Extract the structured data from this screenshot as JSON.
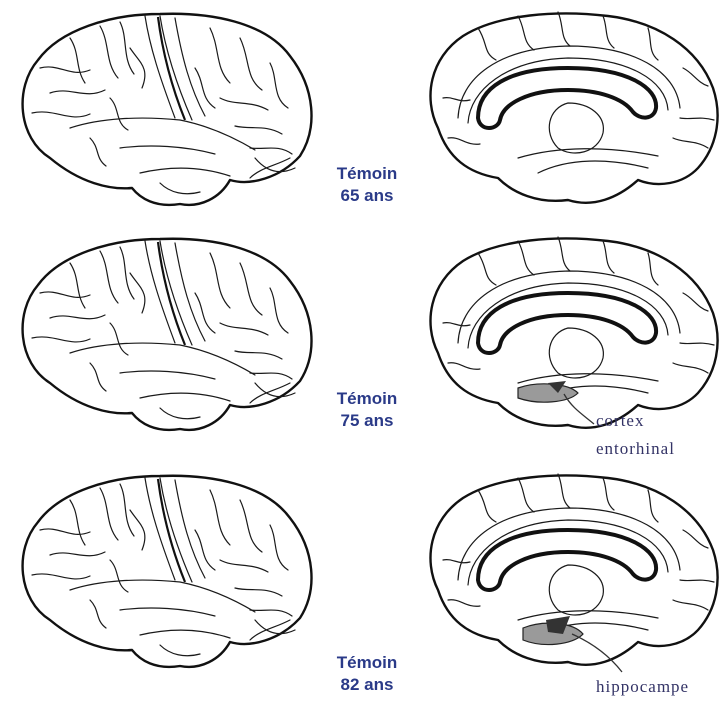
{
  "panels": [
    {
      "group": "Témoin",
      "age": "65 ans"
    },
    {
      "group": "Témoin",
      "age": "75 ans"
    },
    {
      "group": "Témoin",
      "age": "82 ans"
    }
  ],
  "annotations": {
    "entorhinal_line1": "cortex",
    "entorhinal_line2": "entorhinal",
    "hippocampus": "hippocampe"
  },
  "colors": {
    "label_text": "#2a3a88",
    "atrophy_fill": "#9a9a9a",
    "atrophy_dark": "#333333"
  }
}
